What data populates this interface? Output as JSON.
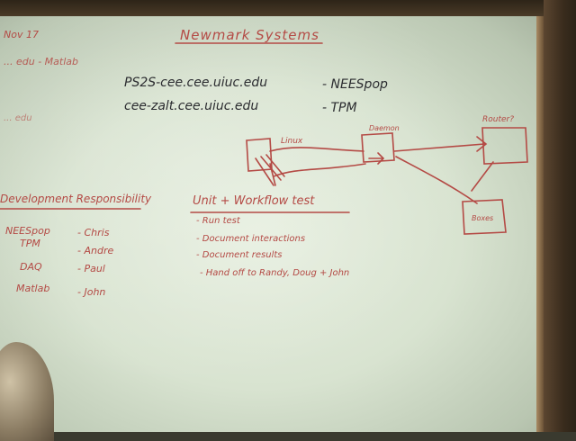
{
  "board": {
    "date": "Nov 17",
    "title": "Newmark Systems",
    "left_top_note": "... edu - Matlab",
    "left_mid_note": "... edu",
    "hosts": [
      {
        "host": "PS2S-cee.cee.uiuc.edu",
        "role": "- NEESpop"
      },
      {
        "host": "cee-zalt.cee.uiuc.edu",
        "role": "- TPM"
      }
    ],
    "responsibility": {
      "heading": "Development Responsibility",
      "rows": [
        {
          "item": "NEESpop",
          "owner": "- Chris"
        },
        {
          "item": "TPM",
          "owner": "- Andre"
        },
        {
          "item": "DAQ",
          "owner": "- Paul"
        },
        {
          "item": "Matlab",
          "owner": "- John"
        }
      ]
    },
    "test_plan": {
      "heading": "Unit + Workflow test",
      "items": [
        "- Run test",
        "- Document interactions",
        "- Document results",
        "- Hand off to Randy, Doug + John"
      ]
    },
    "diagram": {
      "left_label": "Linux",
      "center_label": "Daemon",
      "right_label": "Router?",
      "bottom_label": "Boxes"
    }
  }
}
